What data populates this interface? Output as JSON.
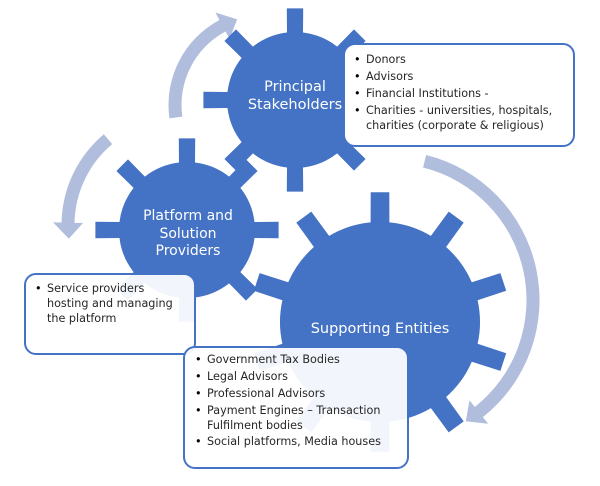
{
  "colors": {
    "gear": "#4472c4",
    "arrow": "#b0bddc",
    "box_border": "#4472c4",
    "text": "#262626",
    "gear_text": "#ffffff"
  },
  "gears": [
    {
      "id": "principal",
      "label_lines": [
        "Principal",
        "Stakeholders"
      ]
    },
    {
      "id": "platform",
      "label_lines": [
        "Platform and",
        "Solution",
        "Providers"
      ]
    },
    {
      "id": "supporting",
      "label_lines": [
        "Supporting Entities"
      ]
    }
  ],
  "boxes": {
    "principal": {
      "items": [
        "Donors",
        "Advisors",
        "Financial Institutions -",
        "Charities - universities, hospitals, charities (corporate  & religious)"
      ]
    },
    "platform": {
      "items": [
        "Service providers hosting and managing the platform"
      ]
    },
    "supporting": {
      "items": [
        "Government  Tax Bodies",
        "Legal Advisors",
        "Professional Advisors",
        "Payment Engines – Transaction Fulfilment bodies",
        "Social platforms, Media houses"
      ]
    }
  },
  "arrows": [
    {
      "id": "arrow-top",
      "direction": "toward principal stakeholders"
    },
    {
      "id": "arrow-left",
      "direction": "toward platform and solution providers"
    },
    {
      "id": "arrow-right",
      "direction": "toward supporting entities"
    }
  ]
}
